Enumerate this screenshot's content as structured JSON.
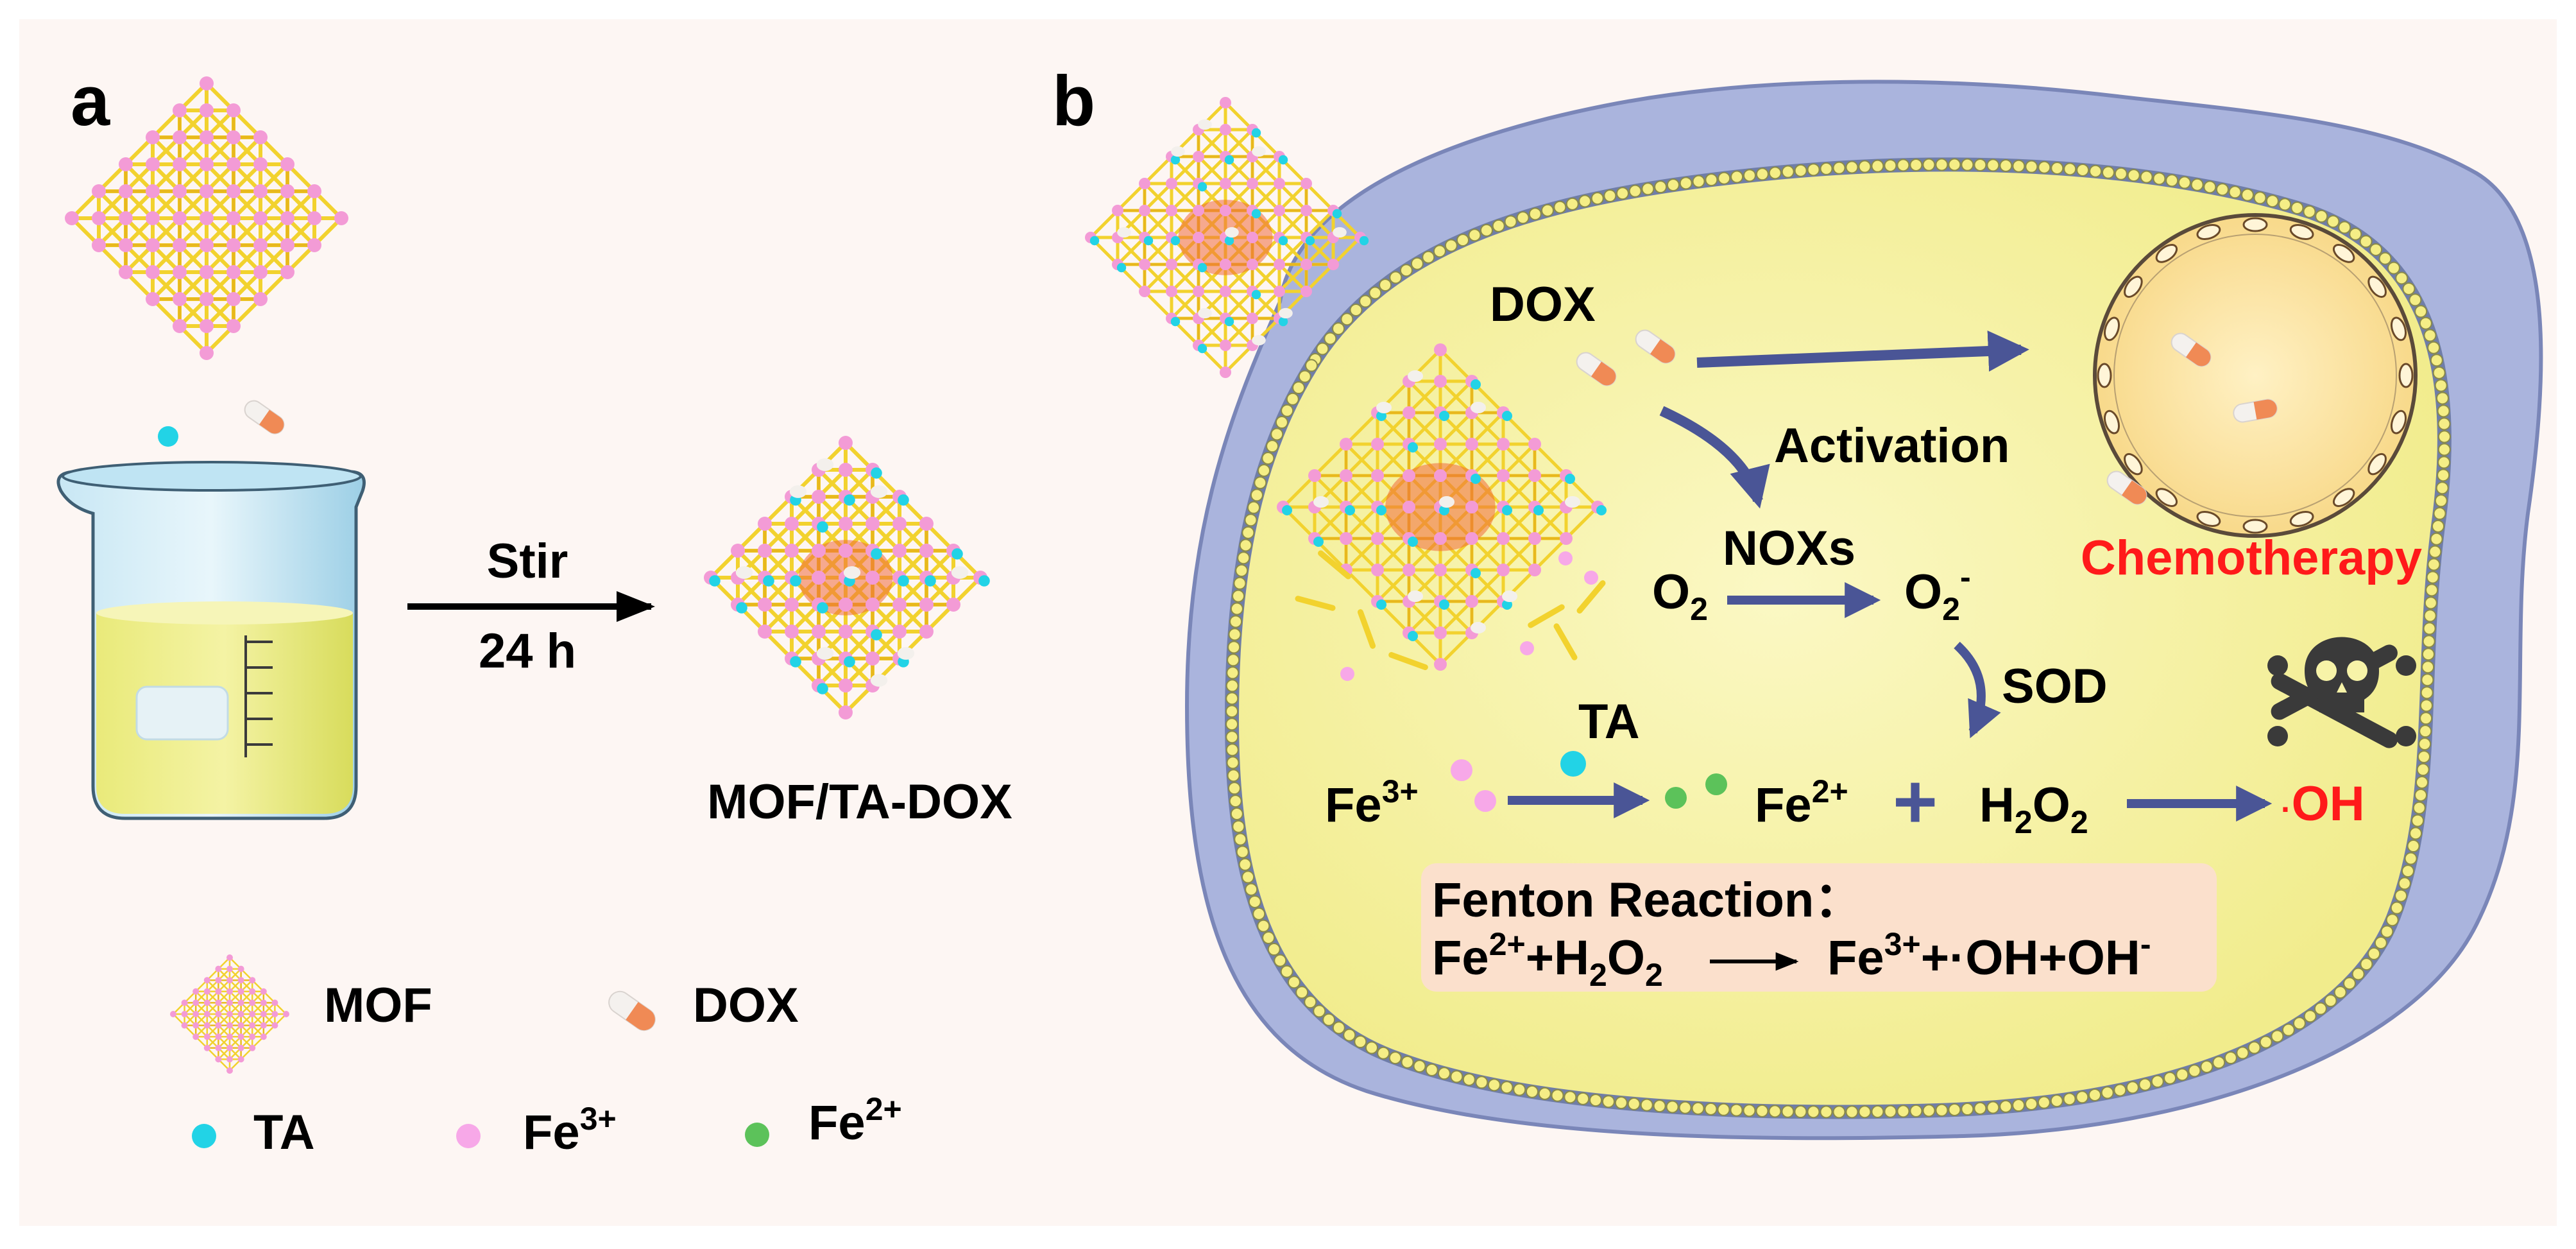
{
  "panel_a": {
    "letter": "a",
    "arrow_top": "Stir",
    "arrow_bottom": "24 h",
    "product_label": "MOF/TA-DOX"
  },
  "legend": {
    "mof": "MOF",
    "dox": "DOX",
    "ta": "TA",
    "fe3": "Fe",
    "fe3_sup": "3+",
    "fe2": "Fe",
    "fe2_sup": "2+"
  },
  "panel_b": {
    "letter": "b",
    "dox": "DOX",
    "activation": "Activation",
    "noxs": "NOXs",
    "o2": "O",
    "o2_sub": "2",
    "o2m": "O",
    "o2m_sub": "2",
    "o2m_sup": "-",
    "sod": "SOD",
    "chemotherapy": "Chemotherapy",
    "ta": "TA",
    "fe3": "Fe",
    "fe3_sup": "3+",
    "fe2": "Fe",
    "fe2_sup": "2+",
    "plus": "+",
    "h2o2_h": "H",
    "h2o2_2a": "2",
    "h2o2_o": "O",
    "h2o2_2b": "2",
    "oh_dot": "·",
    "oh": "OH",
    "fenton_title": "Fenton Reaction：",
    "eq_fe2": "Fe",
    "eq_fe2_sup": "2+",
    "eq_plus_h": "+H",
    "eq_h_sub": "2",
    "eq_o": "O",
    "eq_o_sub": "2",
    "eq_fe3": "Fe",
    "eq_fe3_sup": "3+",
    "eq_plus_dot": "+·",
    "eq_oh": "OH+OH",
    "eq_oh_sup": "-"
  },
  "colors": {
    "background": "#fdf6f3",
    "mof_rod": "#f2d22e",
    "mof_node": "#f39bd6",
    "ta": "#22d3e6",
    "fe3": "#f7a8e8",
    "fe2": "#5cc25a",
    "cell_fill": "#f7f3a8",
    "cell_outer": "#aab4dd",
    "membrane_bead": "#f5ee86",
    "membrane_line": "#6f7da8",
    "arrow": "#4a5596",
    "red_text": "#ff1a1a",
    "fenton_box": "#fbe0cc"
  }
}
